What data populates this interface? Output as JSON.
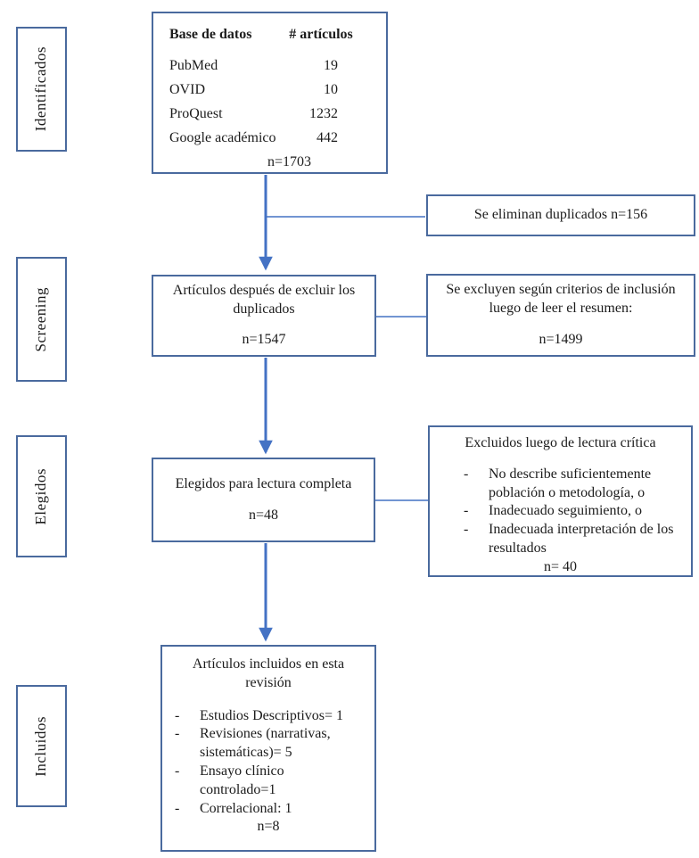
{
  "colors": {
    "box_border": "#4a6a9e",
    "arrow": "#4472c4",
    "text": "#1c1c1c"
  },
  "diagram": {
    "list_marker": "-",
    "stages": {
      "identified": "Identificados",
      "screening": "Screening",
      "eligible": "Elegidos",
      "included": "Incluidos"
    },
    "identification_box": {
      "header_source": "Base de datos",
      "header_count": "# artículos",
      "rows": [
        {
          "source": "PubMed",
          "count": "19"
        },
        {
          "source": "OVID",
          "count": "10"
        },
        {
          "source": "ProQuest",
          "count": "1232"
        },
        {
          "source": "Google académico",
          "count": "442"
        }
      ],
      "total": "n=1703"
    },
    "duplicates_removed_box": {
      "text": "Se eliminan duplicados n=156"
    },
    "after_duplicates_box": {
      "text": "Artículos después de excluir los duplicados",
      "n": "n=1547"
    },
    "excluded_abstract_box": {
      "text": "Se excluyen según criterios de inclusión luego de leer el resumen:",
      "n": "n=1499"
    },
    "full_reading_box": {
      "text": "Elegidos para lectura completa",
      "n": "n=48"
    },
    "excluded_critical_box": {
      "title": "Excluidos luego de lectura crítica",
      "items": [
        "No describe suficientemente población o metodología, o",
        "Inadecuado seguimiento, o",
        "Inadecuada interpretación de los resultados"
      ],
      "n": "n= 40"
    },
    "included_box": {
      "title": "Artículos incluidos en esta revisión",
      "items": [
        "Estudios Descriptivos= 1",
        "Revisiones (narrativas, sistemáticas)= 5",
        "Ensayo clínico controlado=1",
        "Correlacional: 1"
      ],
      "n": "n=8"
    }
  }
}
